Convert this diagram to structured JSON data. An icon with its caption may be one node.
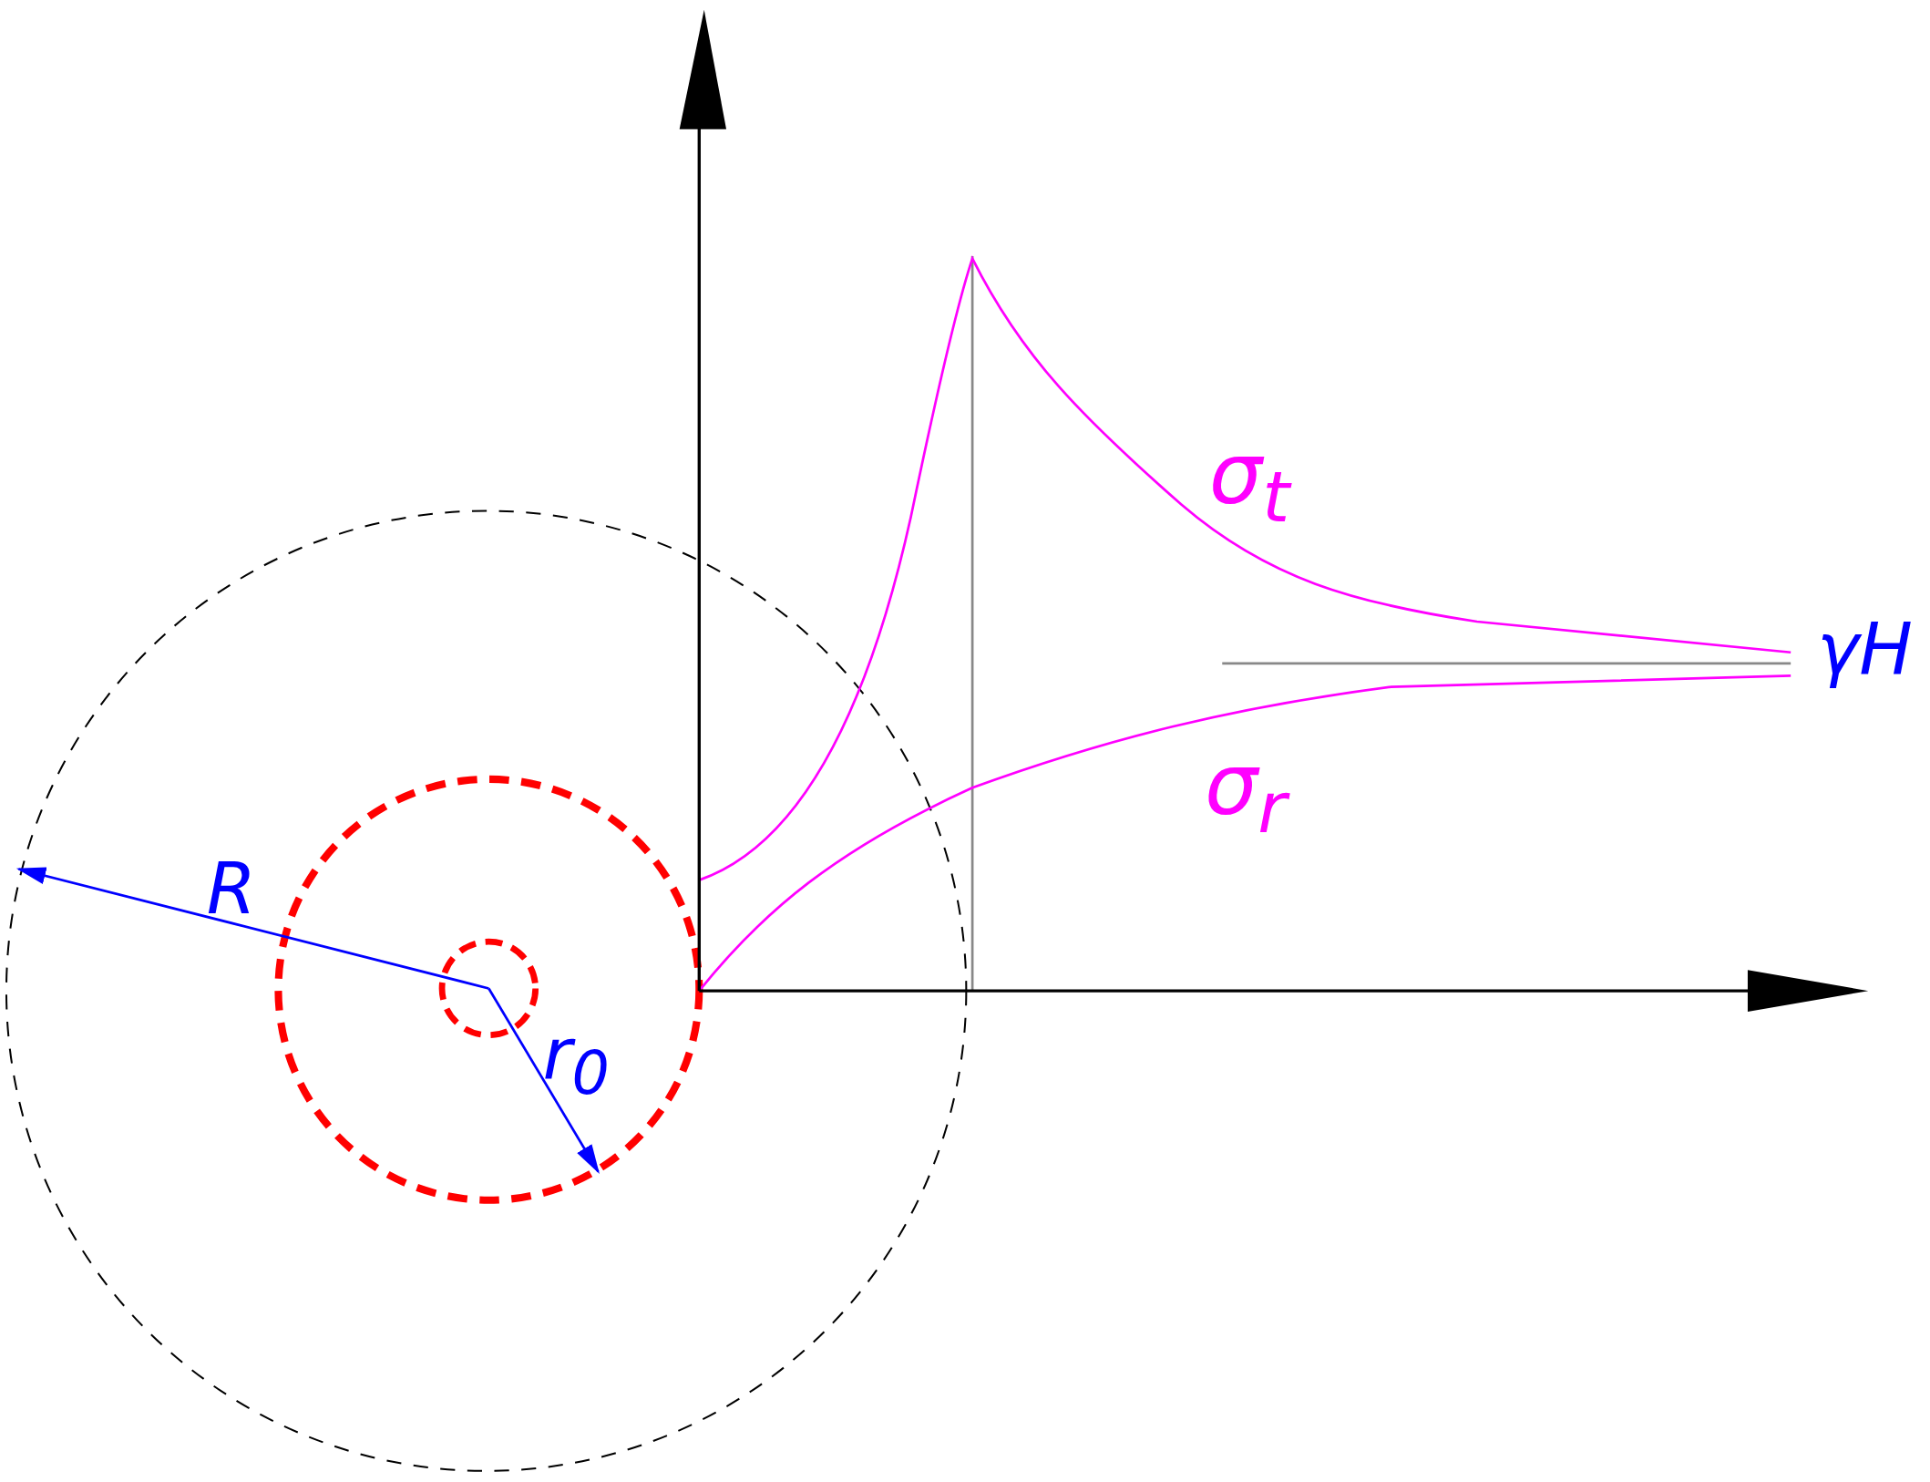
{
  "diagram": {
    "labels": [
      "σ$_{t}$",
      "γH",
      "σ$_{r}$",
      "R",
      "r$_{0}$"
    ]
  }
}
